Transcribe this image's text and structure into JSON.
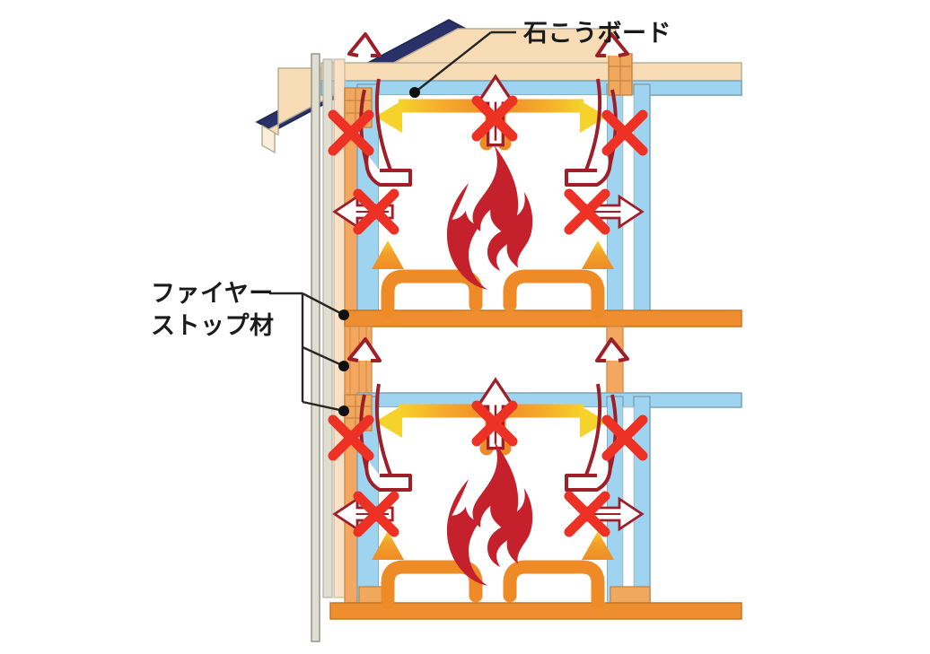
{
  "diagram": {
    "title_absent": true,
    "labels": {
      "gypsum_board": "石こうボード",
      "fire_stop": "ファイヤー\nストップ材"
    },
    "label_names": {
      "gypsum_board": "gypsum-board-label",
      "fire_stop": "fire-stop-material-label"
    },
    "colors": {
      "gypsum_board": "#9ed4ef",
      "gypsum_board_edge": "#7fa8bd",
      "timber_stud": "#f3a761",
      "timber_beam": "#ef8e2f",
      "firestop_block": "#f0a85e",
      "roof_panel": "#f7dcb6",
      "roof_edge_navy": "#2a3168",
      "siding": "#dfded0",
      "siding_edge": "#8f8f86",
      "sheathing": "#fae0c6",
      "flame_red": "#c4212d",
      "blocked_arrow": "#9e1f28",
      "cross_red": "#ed3124",
      "heat_orange": "#f08a28",
      "heat_yellow": "#f5d32a",
      "leader_line": "#262626",
      "background": "#ffffff"
    },
    "legend_meaning": {
      "red_cross": "blocked fire path",
      "dark_red_outline_arrow": "fire / smoke travel attempt",
      "orange_yellow_arrow": "heat spread inside cavity",
      "flame_glyph": "fire source"
    },
    "floors": [
      {
        "name": "upper-floor",
        "fire_present": true
      },
      {
        "name": "lower-floor",
        "fire_present": true
      }
    ],
    "firestop_markers": 3,
    "gypsum_leader_target": "ceiling gypsum board"
  }
}
